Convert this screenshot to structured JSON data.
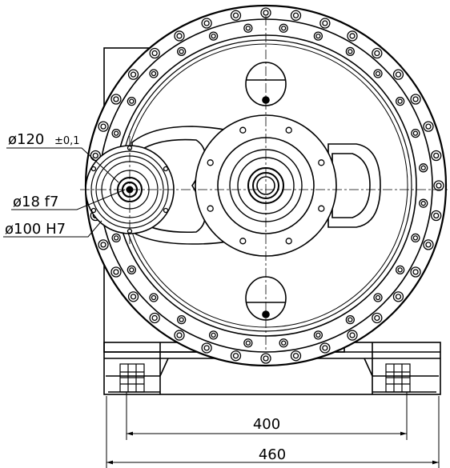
{
  "dimensions": {
    "d120": "ø120",
    "d120_tol": "±0,1",
    "d18": "ø18 f7",
    "d100": "ø100 H7",
    "width_inner": "400",
    "width_outer": "460"
  },
  "colors": {
    "line": "#000000",
    "background": "#ffffff"
  }
}
